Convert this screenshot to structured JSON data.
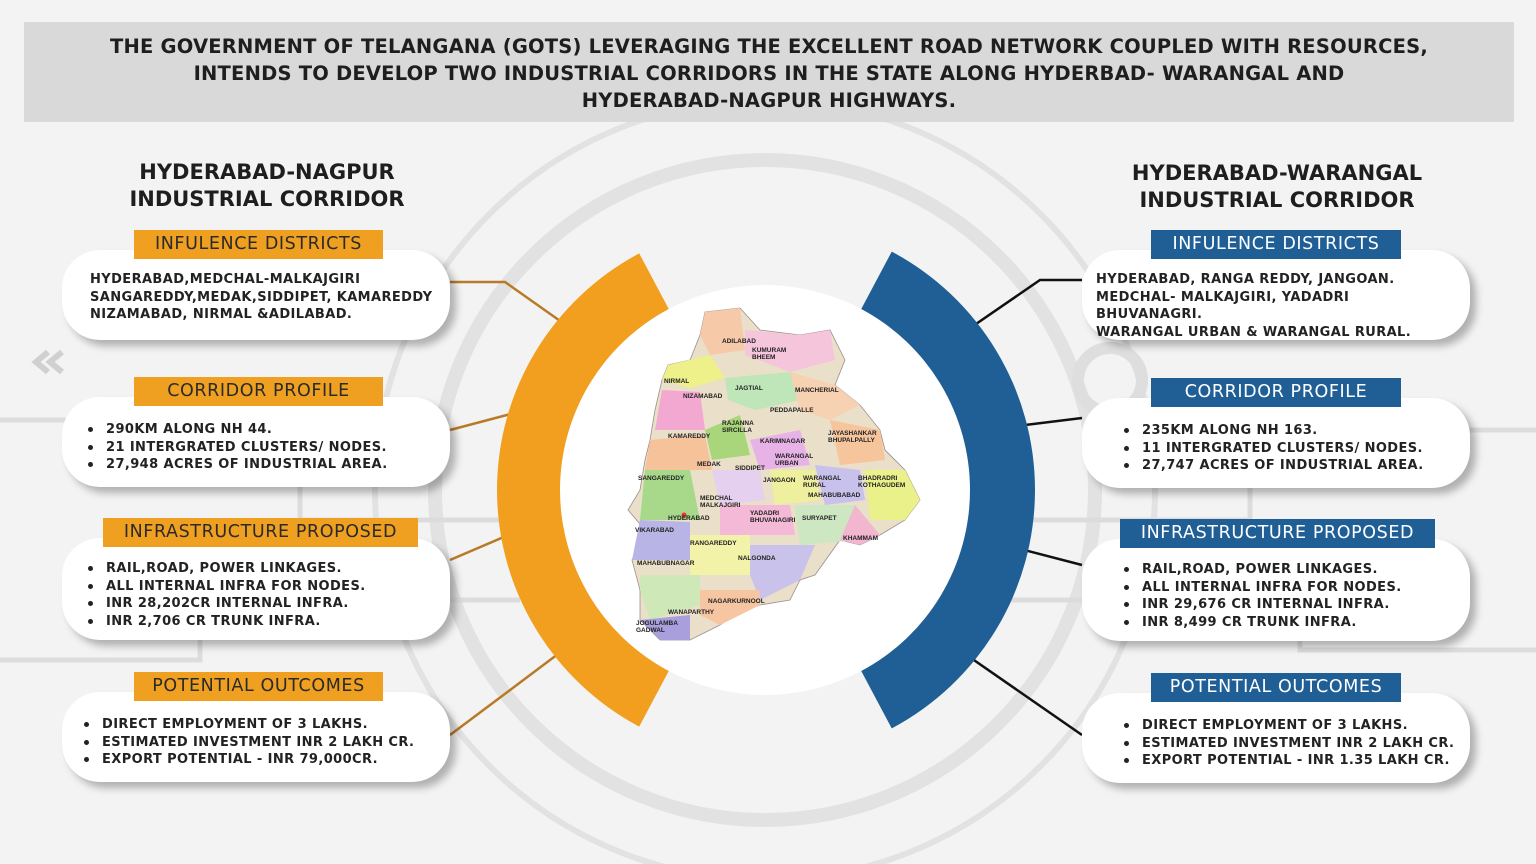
{
  "title": {
    "line1": "THE GOVERNMENT OF TELANGANA (GOTS) LEVERAGING THE EXCELLENT ROAD NETWORK COUPLED WITH  RESOURCES,",
    "line2": "INTENDS TO DEVELOP TWO INDUSTRIAL CORRIDORS IN THE STATE ALONG HYDERBAD- WARANGAL AND",
    "line3": "HYDERABAD-NAGPUR HIGHWAYS."
  },
  "colors": {
    "nagpur_accent": "#f0a020",
    "warangal_accent": "#1f5f96",
    "banner": "#d9d9d9"
  },
  "left": {
    "title1": "HYDERABAD-NAGPUR",
    "title2": "INDUSTRIAL CORRIDOR",
    "influence": {
      "label": "INFULENCE DISTRICTS",
      "lines": [
        "HYDERABAD,MEDCHAL-MALKAJGIRI",
        "SANGAREDDY,MEDAK,SIDDIPET, KAMAREDDY",
        "NIZAMABAD, NIRMAL &ADILABAD."
      ]
    },
    "profile": {
      "label": "CORRIDOR PROFILE",
      "items": [
        "290KM ALONG NH 44.",
        "21 INTERGRATED CLUSTERS/ NODES.",
        "27,948  ACRES OF INDUSTRIAL AREA."
      ]
    },
    "infra": {
      "label": "INFRASTRUCTURE PROPOSED",
      "items": [
        "RAIL,ROAD, POWER LINKAGES.",
        "ALL INTERNAL INFRA FOR NODES.",
        "INR 28,202CR INTERNAL INFRA.",
        "INR 2,706 CR TRUNK INFRA."
      ]
    },
    "outcomes": {
      "label": "POTENTIAL OUTCOMES",
      "items": [
        "DIRECT EMPLOYMENT OF 3 LAKHS.",
        "ESTIMATED INVESTMENT INR 2 LAKH CR.",
        "EXPORT POTENTIAL - INR 79,000CR."
      ]
    }
  },
  "right": {
    "title1": "HYDERABAD-WARANGAL",
    "title2": "INDUSTRIAL CORRIDOR",
    "influence": {
      "label": "INFULENCE DISTRICTS",
      "lines": [
        "HYDERABAD, RANGA REDDY, JANGOAN.",
        "MEDCHAL- MALKAJGIRI, YADADRI BHUVANAGRI.",
        "WARANGAL URBAN & WARANGAL RURAL."
      ]
    },
    "profile": {
      "label": "CORRIDOR PROFILE",
      "items": [
        "235KM ALONG NH 163.",
        "11  INTERGRATED CLUSTERS/ NODES.",
        "27,747   ACRES OF INDUSTRIAL AREA."
      ]
    },
    "infra": {
      "label": "INFRASTRUCTURE PROPOSED",
      "items": [
        "RAIL,ROAD, POWER LINKAGES.",
        "ALL INTERNAL INFRA FOR NODES.",
        "INR 29,676 CR INTERNAL INFRA.",
        "INR 8,499 CR TRUNK INFRA."
      ]
    },
    "outcomes": {
      "label": "POTENTIAL OUTCOMES",
      "items": [
        "DIRECT EMPLOYMENT OF 3 LAKHS.",
        "ESTIMATED INVESTMENT INR 2 LAKH CR.",
        "EXPORT POTENTIAL - INR 1.35 LAKH CR."
      ]
    }
  },
  "map": {
    "labels": [
      "ADILABAD",
      "KUMURAM BHEEM",
      "NIRMAL",
      "NIZAMABAD",
      "JAGTIAL",
      "MANCHERIAL",
      "PEDDAPALLE",
      "RAJANNA SIRCILLA",
      "KAMAREDDY",
      "KARIMNAGAR",
      "JAYASHANKAR BHUPALPALLY",
      "SIDDIPET",
      "WARANGAL URBAN",
      "MEDAK",
      "SANGAREDDY",
      "JANGAON",
      "WARANGAL RURAL",
      "BHADRADRI KOTHAGUDEM",
      "MAHABUBABAD",
      "MEDCHAL MALKAJGIRI",
      "HYDERABAD",
      "VIKARABAD",
      "YADADRI BHUVANAGIRI",
      "SURYAPET",
      "KHAMMAM",
      "RANGAREDDY",
      "NALGONDA",
      "MAHABUBNAGAR",
      "NAGARKURNOOL",
      "WANAPARTHY",
      "JOGULAMBA GADWAL"
    ]
  }
}
